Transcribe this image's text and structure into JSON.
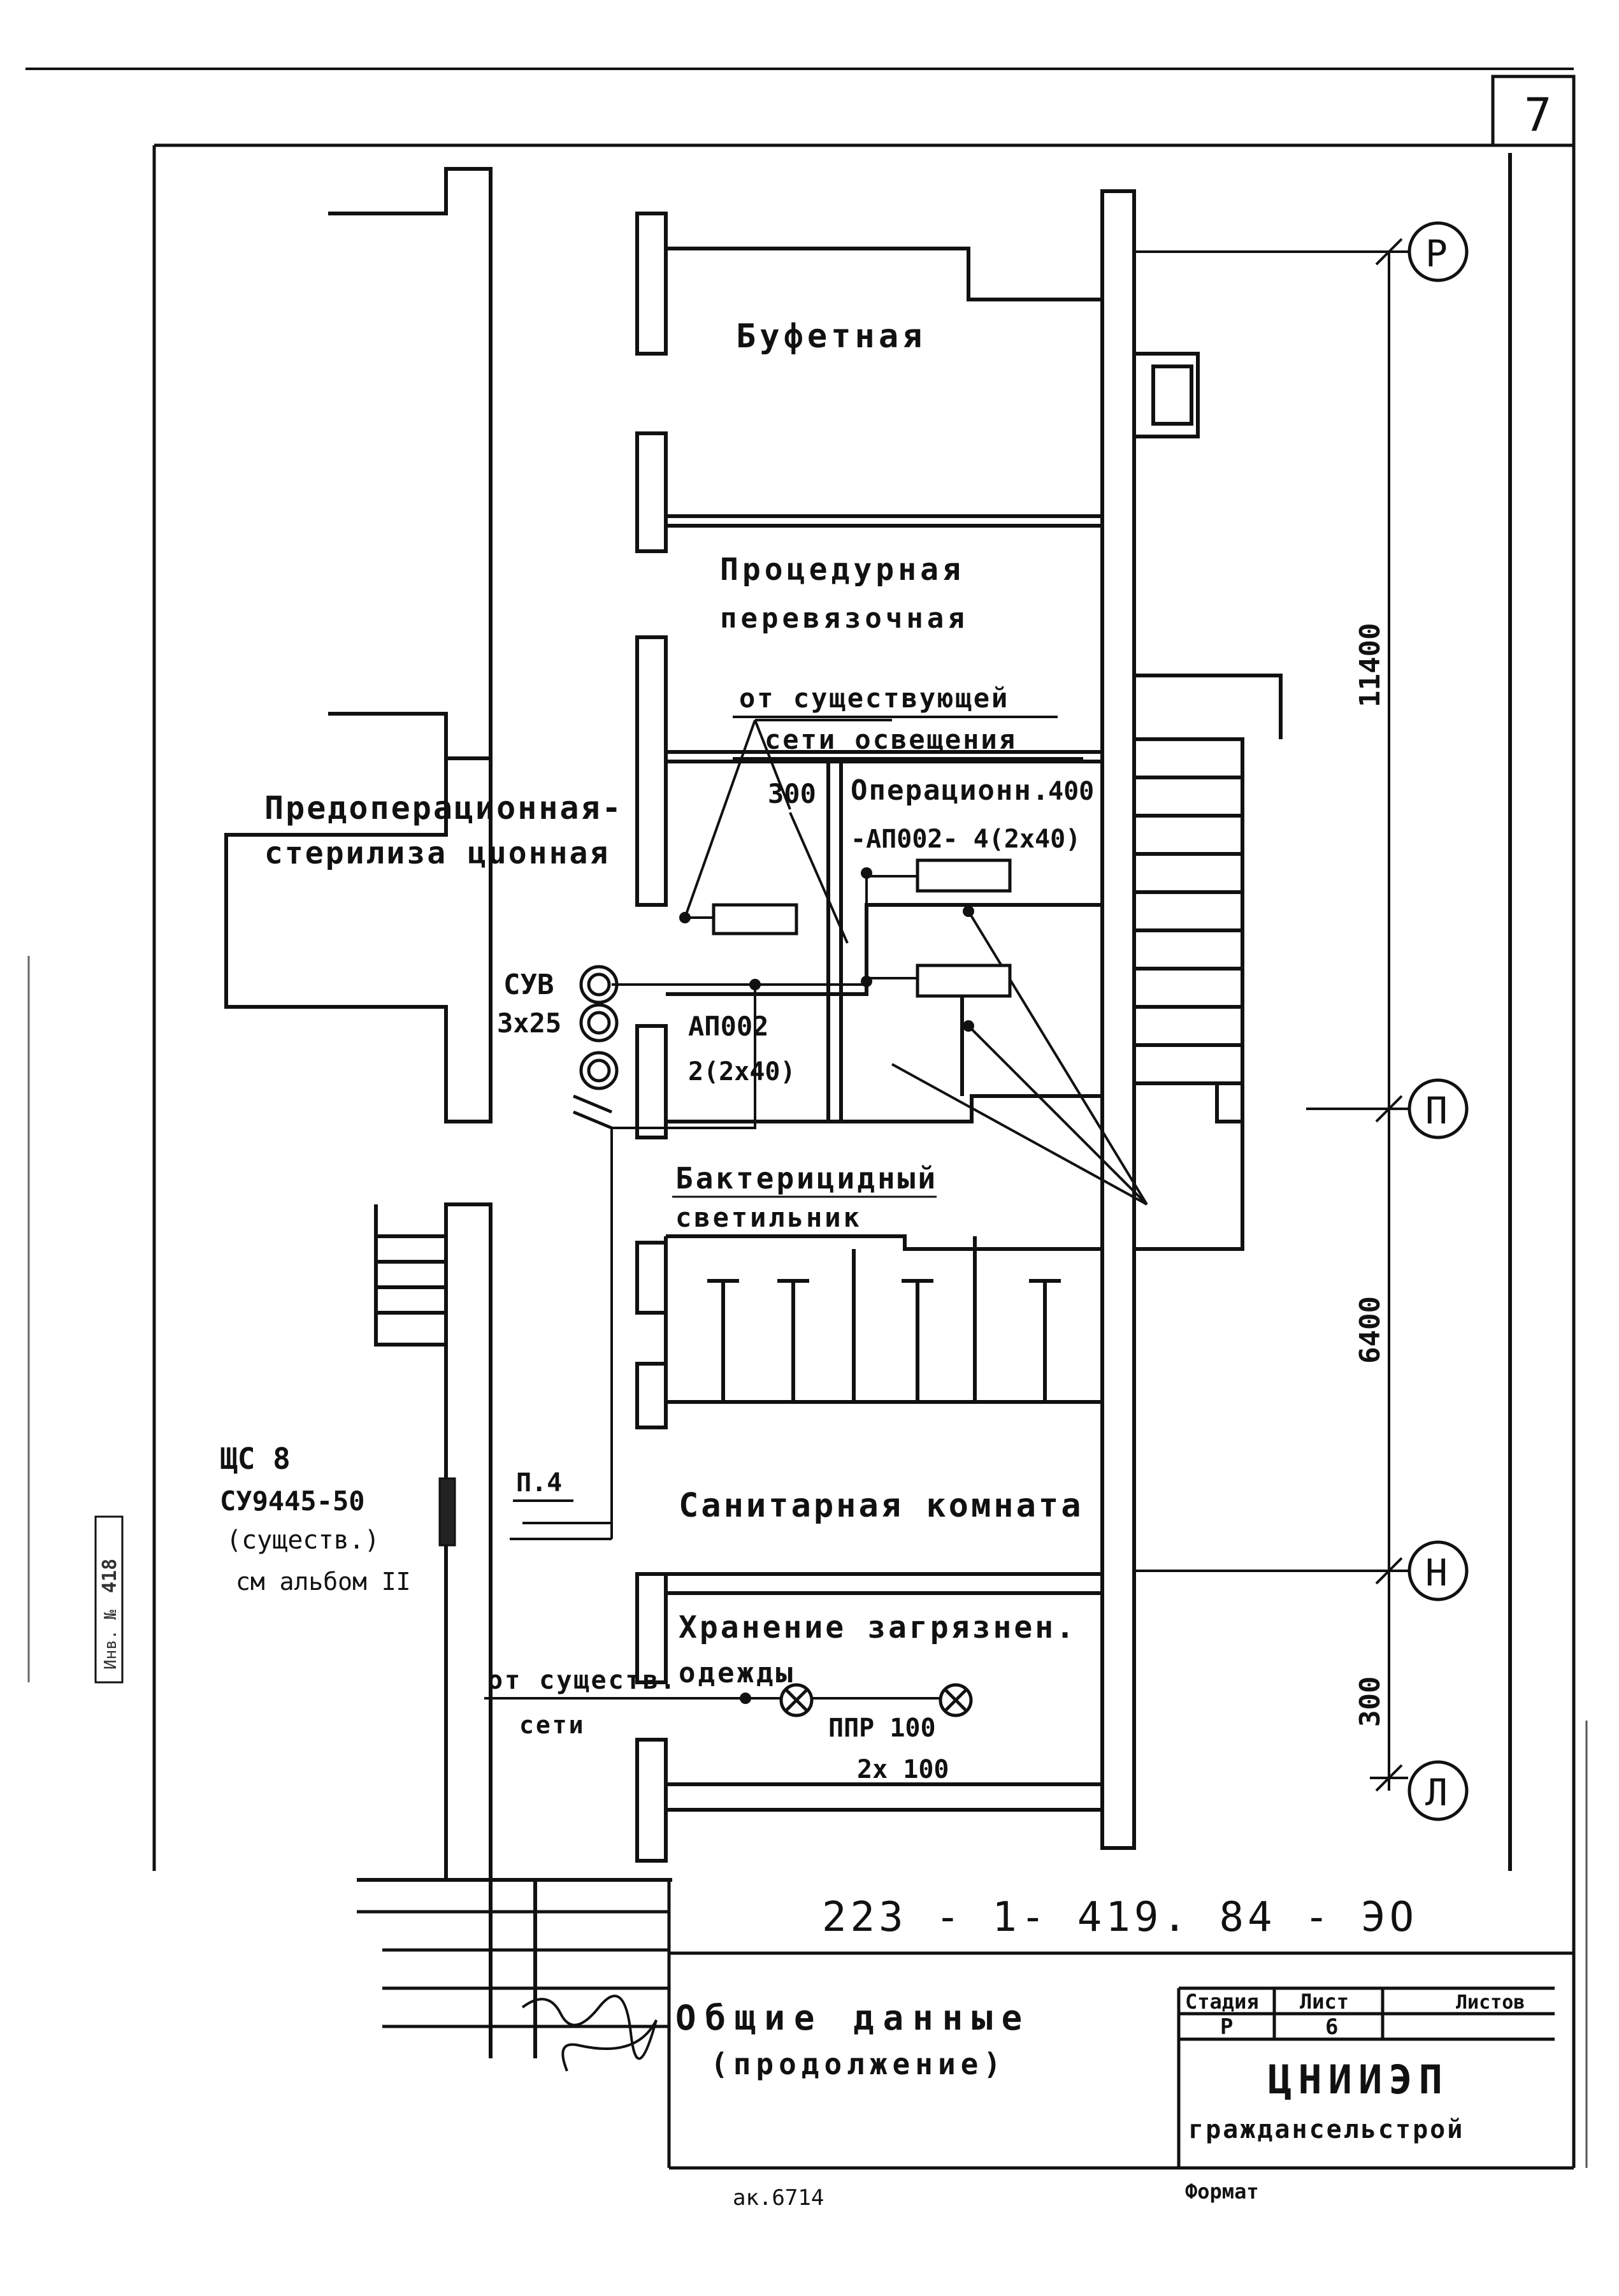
{
  "sheet": {
    "page_number": "7",
    "drawing_code": "223 - 1- 419. 84 - ЭО",
    "bottom_note": "ак.6714",
    "format_label": "Формат"
  },
  "rooms": {
    "bufetnaya": "Буфетная",
    "procedurnaya": "Процедурная",
    "perevyazochnaya": "перевязочная",
    "preoperacionnaya": "Предоперационная-",
    "sterilizacionnaya": "стерилиза цuонная",
    "operacionnaya": "Операционн.",
    "sanitarnaya": "Санитарная комната",
    "hranenie_1": "Хранение загрязнен.",
    "hranenie_2": "одежды"
  },
  "annotations": {
    "ot_sush_1": "от существующей",
    "ot_sush_2": "сети освещения",
    "lum_300": "300",
    "lum_400": "400",
    "lum_ap_top": "-АП002- 4(2x40)",
    "cv_label": "СУВ",
    "cv_size": "3x25",
    "ap_bottom_1": "АП002",
    "ap_bottom_2": "2(2x40)",
    "bact_1": "Бактерицидный",
    "bact_2": "светильник",
    "shchs_1": "ЩС 8",
    "shchs_2": "СУ9445-50",
    "shchs_3": "(существ.)",
    "shchs_4": "см альбом II",
    "line_label": "П.4",
    "ot_sush_seti_1": "от существ.",
    "ot_sush_seti_2": "сети",
    "ppr_1": "ППР 100",
    "ppr_2": "2x 100"
  },
  "axes": {
    "r": "Р",
    "p": "П",
    "n": "Н",
    "l": "Л"
  },
  "dimensions": {
    "d1": "11400",
    "d2": "6400",
    "d3": "300"
  },
  "title_block": {
    "title_1": "Общие данные",
    "title_2": "(продолжение)",
    "col_stage": "Стадия",
    "col_sheet": "Лист",
    "col_sheets": "Листов",
    "stage_value": "Р",
    "sheet_value": "6",
    "org_1": "ЦНИИЭП",
    "org_2": "граждансельстрой"
  },
  "side_stamp": {
    "inv_label": "Инв. №",
    "inv_number": "418"
  }
}
